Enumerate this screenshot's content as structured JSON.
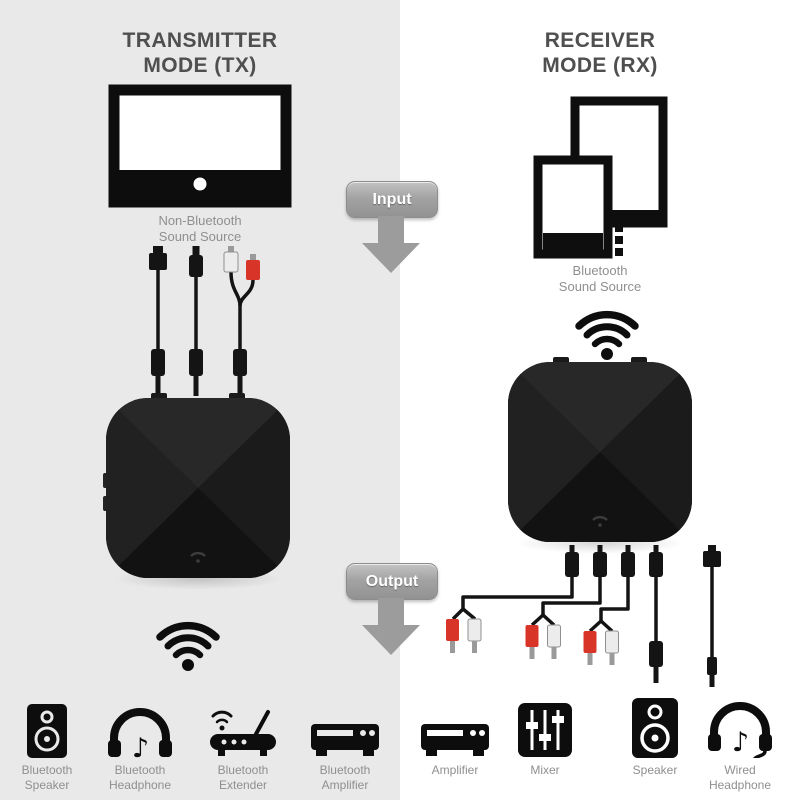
{
  "tx": {
    "title": "TRANSMITTER\nMODE (TX)",
    "source_label": "Non-Bluetooth\nSound Source",
    "outputs": [
      {
        "label": "Bluetooth\nSpeaker"
      },
      {
        "label": "Bluetooth\nHeadphone"
      },
      {
        "label": "Bluetooth\nExtender"
      },
      {
        "label": "Bluetooth\nAmplifier"
      }
    ]
  },
  "rx": {
    "title": "RECEIVER\nMODE (RX)",
    "source_label": "Bluetooth\nSound Source",
    "outputs": [
      {
        "label": "Amplifier"
      },
      {
        "label": "Mixer"
      },
      {
        "label": "Speaker"
      },
      {
        "label": "Wired\nHeadphone"
      }
    ]
  },
  "flow": {
    "input_label": "Input",
    "output_label": "Output"
  },
  "colors": {
    "panel_left": "#e9e9e9",
    "panel_right": "#ffffff",
    "title_text": "#4f4f4f",
    "label_text": "#8f8f8f",
    "icon_black": "#0d0d0d",
    "arrow_gray": "#9c9c9c",
    "button_gray": "#a3a3a3",
    "rca_red": "#d83428",
    "rca_white": "#ececec"
  }
}
